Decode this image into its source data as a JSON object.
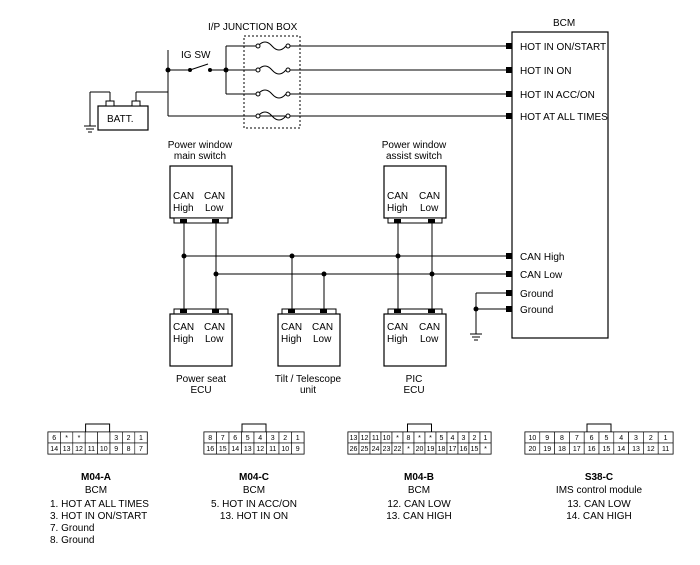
{
  "junction_box": {
    "title": "I/P JUNCTION BOX"
  },
  "ig_switch": {
    "label": "IG SW"
  },
  "battery": {
    "label": "BATT."
  },
  "bcm": {
    "title": "BCM",
    "pins": [
      "HOT IN ON/START",
      "HOT IN ON",
      "HOT IN ACC/ON",
      "HOT AT ALL TIMES",
      "CAN High",
      "CAN Low",
      "Ground",
      "Ground"
    ]
  },
  "can_labels": {
    "can": "CAN",
    "high": "High",
    "low": "Low"
  },
  "modules": {
    "pw_main": {
      "name_line1": "Power window",
      "name_line2": "main switch"
    },
    "pw_assist": {
      "name_line1": "Power window",
      "name_line2": "assist switch"
    },
    "seat_ecu": {
      "name_line1": "Power seat",
      "name_line2": "ECU"
    },
    "tilt_unit": {
      "name_line1": "Tilt / Telescope",
      "name_line2": "unit"
    },
    "pic_ecu": {
      "name_line1": "PIC",
      "name_line2": "ECU"
    }
  },
  "connectors": [
    {
      "id": "M04-A",
      "part": "BCM",
      "row1": [
        "6",
        "*",
        "*",
        "",
        "",
        "3",
        "2",
        "1"
      ],
      "row2": [
        "14",
        "13",
        "12",
        "11",
        "10",
        "9",
        "8",
        "7"
      ],
      "legend": [
        "1. HOT AT ALL TIMES",
        "3. HOT IN ON/START",
        "7. Ground",
        "8. Ground"
      ]
    },
    {
      "id": "M04-C",
      "part": "BCM",
      "row1": [
        "8",
        "7",
        "6",
        "5",
        "4",
        "3",
        "2",
        "1"
      ],
      "row2": [
        "16",
        "15",
        "14",
        "13",
        "12",
        "11",
        "10",
        "9"
      ],
      "legend": [
        "5. HOT IN ACC/ON",
        "13. HOT IN ON"
      ]
    },
    {
      "id": "M04-B",
      "part": "BCM",
      "row1": [
        "13",
        "12",
        "11",
        "10",
        "*",
        "8",
        "*",
        "*",
        "5",
        "4",
        "3",
        "2",
        "1"
      ],
      "row2": [
        "26",
        "25",
        "24",
        "23",
        "22",
        "*",
        "20",
        "19",
        "18",
        "17",
        "16",
        "15",
        "*"
      ],
      "legend": [
        "12. CAN LOW",
        "13. CAN HIGH"
      ]
    },
    {
      "id": "S38-C",
      "part": "IMS control module",
      "row1": [
        "10",
        "9",
        "8",
        "7",
        "6",
        "5",
        "4",
        "3",
        "2",
        "1"
      ],
      "row2": [
        "20",
        "19",
        "18",
        "17",
        "16",
        "15",
        "14",
        "13",
        "12",
        "11"
      ],
      "legend": [
        "13. CAN LOW",
        "14. CAN HIGH"
      ]
    }
  ]
}
